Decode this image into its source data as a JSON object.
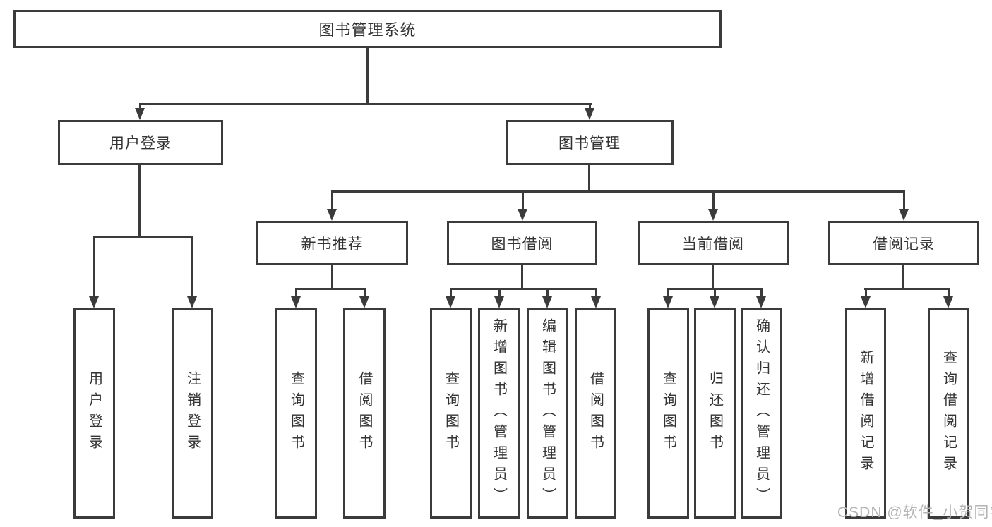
{
  "diagram": {
    "title": "图书管理系统",
    "branches": [
      {
        "label": "用户登录",
        "children": [
          {
            "label": "用户登录"
          },
          {
            "label": "注销登录"
          }
        ]
      },
      {
        "label": "图书管理",
        "children": [
          {
            "label": "新书推荐",
            "children": [
              {
                "label": "查询图书"
              },
              {
                "label": "借阅图书"
              }
            ]
          },
          {
            "label": "图书借阅",
            "children": [
              {
                "label": "查询图书"
              },
              {
                "label": "新增图书（管理员）"
              },
              {
                "label": "编辑图书（管理员）"
              },
              {
                "label": "借阅图书"
              }
            ]
          },
          {
            "label": "当前借阅",
            "children": [
              {
                "label": "查询图书"
              },
              {
                "label": "归还图书"
              },
              {
                "label": "确认归还（管理员）"
              }
            ]
          },
          {
            "label": "借阅记录",
            "children": [
              {
                "label": "新增借阅记录"
              },
              {
                "label": "查询借阅记录"
              }
            ]
          }
        ]
      }
    ]
  },
  "watermark": {
    "text": "CSDN @软件_小贺同学"
  },
  "colors": {
    "line": "#3b3b3b",
    "text": "#333333",
    "watermark": "#b3b3b3",
    "background": "#ffffff"
  }
}
